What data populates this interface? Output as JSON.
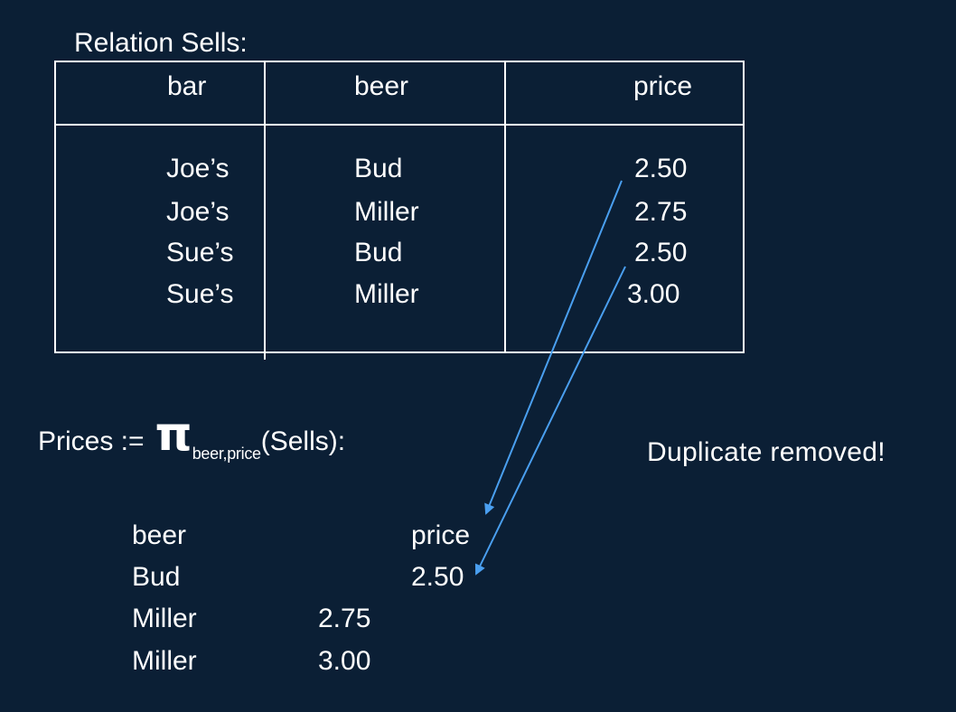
{
  "relation_title": "Relation Sells:",
  "sells": {
    "headers": [
      "bar",
      "beer",
      "price"
    ],
    "rows": [
      [
        "Joe’s",
        "Bud",
        "2.50"
      ],
      [
        "Joe’s",
        "Miller",
        "2.75"
      ],
      [
        "Sue’s",
        "Bud",
        "2.50"
      ],
      [
        "Sue’s",
        "Miller",
        "3.00"
      ]
    ]
  },
  "projection": {
    "lhs": "Prices :=",
    "operator": "π",
    "attributes": "beer,price",
    "argument": "(Sells):"
  },
  "note": "Duplicate removed!",
  "result": {
    "headers": [
      "beer",
      "price"
    ],
    "rows": [
      [
        "Bud",
        "2.50"
      ],
      [
        "Miller",
        "2.75"
      ],
      [
        "Miller",
        "3.00"
      ]
    ]
  },
  "colors": {
    "background": "#0b1f35",
    "text": "#ffffff",
    "arrow": "#4a9ff0"
  }
}
